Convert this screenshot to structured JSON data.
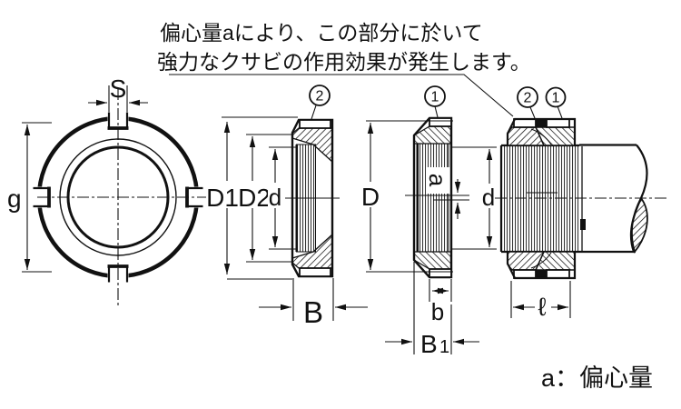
{
  "note": {
    "line1": "偏心量aにより、この部分に於いて",
    "line2": "強力なクサビの作用効果が発生します。"
  },
  "legend": "a：偏心量",
  "balloons": {
    "nut": "2",
    "washer": "1"
  },
  "dims": {
    "S": "S",
    "g": "g",
    "D1": "D1",
    "D2": "D2",
    "d": "d",
    "B": "B",
    "D": "D",
    "a": "a",
    "b": "b",
    "B1": "B",
    "B1sub": "1",
    "ell": "ℓ"
  },
  "colors": {
    "line": "#111111",
    "background": "#ffffff"
  }
}
